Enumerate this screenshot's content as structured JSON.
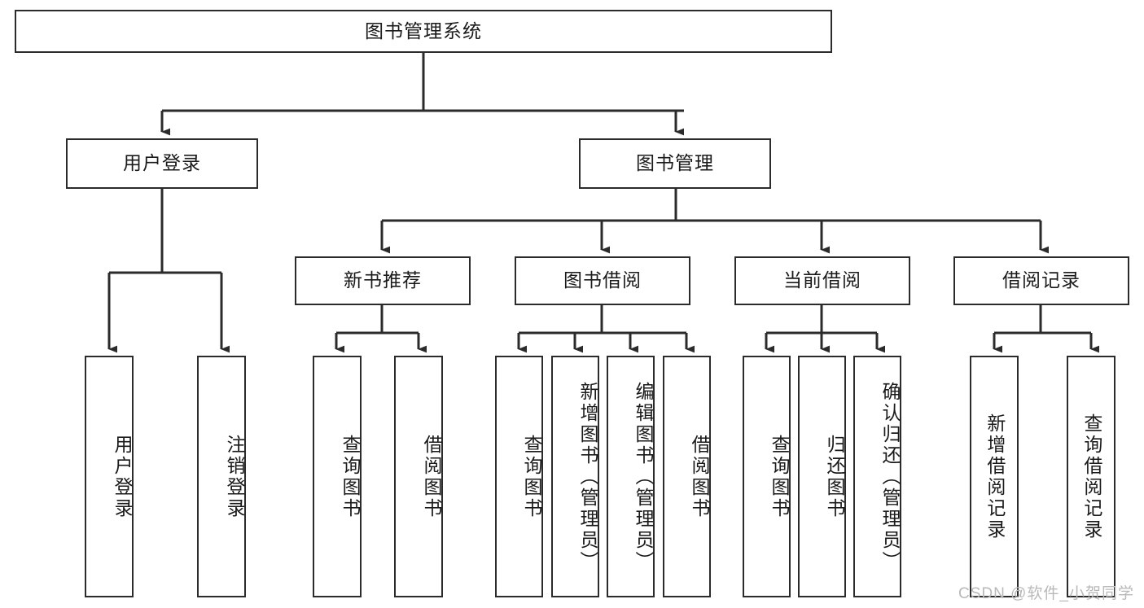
{
  "diagram": {
    "title": "图书管理系统",
    "type": "hierarchy-tree",
    "root": {
      "label": "图书管理系统"
    },
    "level2": [
      {
        "label": "用户登录"
      },
      {
        "label": "图书管理"
      }
    ],
    "level3": [
      {
        "label": "新书推荐"
      },
      {
        "label": "图书借阅"
      },
      {
        "label": "当前借阅"
      },
      {
        "label": "借阅记录"
      }
    ],
    "leaves": {
      "user_login": [
        {
          "label": "用户登录"
        },
        {
          "label": "注销登录"
        }
      ],
      "new_book_recommend": [
        {
          "label": "查询图书"
        },
        {
          "label": "借阅图书"
        }
      ],
      "book_borrow": [
        {
          "label": "查询图书"
        },
        {
          "label": "新增图书（管理员）"
        },
        {
          "label": "编辑图书（管理员）"
        },
        {
          "label": "借阅图书"
        }
      ],
      "current_borrow": [
        {
          "label": "查询图书"
        },
        {
          "label": "归还图书"
        },
        {
          "label": "确认归还（管理员）"
        }
      ],
      "borrow_record": [
        {
          "label": "新增借阅记录"
        },
        {
          "label": "查询借阅记录"
        }
      ]
    }
  },
  "watermark": {
    "text": "CSDN @软件_小贺同学"
  },
  "colors": {
    "border": "#2b2b2b",
    "text": "#1a1a1a",
    "background": "#ffffff",
    "watermark": "#b9b9b9"
  }
}
